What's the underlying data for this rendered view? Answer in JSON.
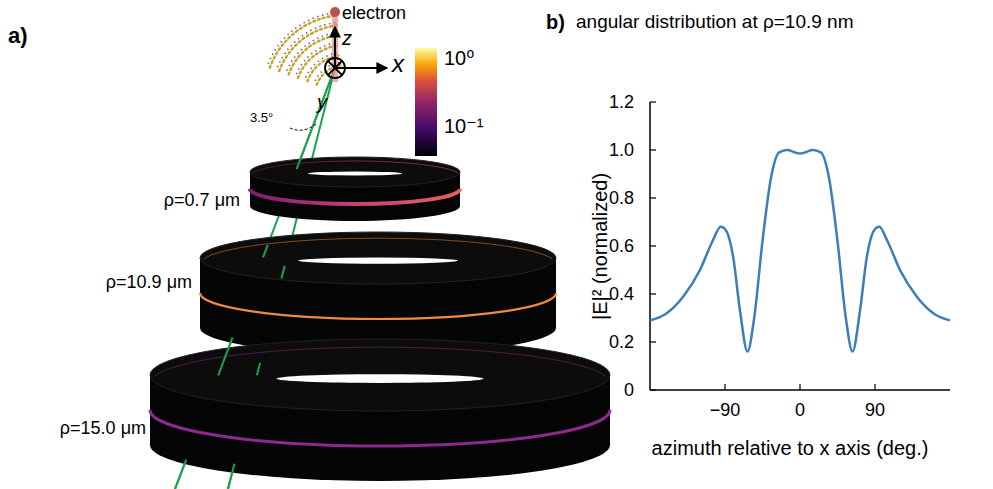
{
  "diagram": {
    "labels": [
      "a)",
      "electron",
      "z",
      "x",
      "y",
      "3.5°",
      "10⁰",
      "10⁻¹",
      "ρ=0.7 μm",
      "ρ=10.9 μm",
      "ρ=15.0 μm",
      "b)",
      "angular distribution at ρ=10.9 nm",
      "|E|² (normalized)",
      "0",
      "0.2",
      "0.4",
      "0.6",
      "0.8",
      "1.0",
      "1.2",
      "−90",
      "0",
      "90",
      "azimuth relative to x axis (deg.)"
    ]
  }
}
